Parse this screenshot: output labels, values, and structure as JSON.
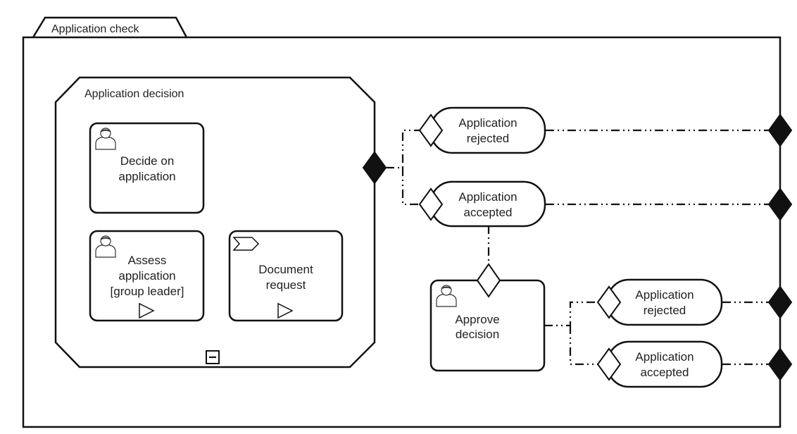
{
  "diagram": {
    "tab_label": "Application check",
    "subprocess_label": "Application decision",
    "tasks": {
      "decide": [
        "Decide on",
        "application"
      ],
      "assess": [
        "Assess",
        "application",
        "[group leader]"
      ],
      "document": [
        "Document",
        "request"
      ],
      "approve": [
        "Approve",
        "decision"
      ]
    },
    "states": {
      "rejected_1": [
        "Application",
        "rejected"
      ],
      "accepted_1": [
        "Application",
        "accepted"
      ],
      "rejected_2": [
        "Application",
        "rejected"
      ],
      "accepted_2": [
        "Application",
        "accepted"
      ]
    },
    "icons": {
      "user_task": "user-icon",
      "send_task": "send-icon",
      "collapse": "collapse-marker-icon",
      "play": "play-marker-icon"
    }
  }
}
